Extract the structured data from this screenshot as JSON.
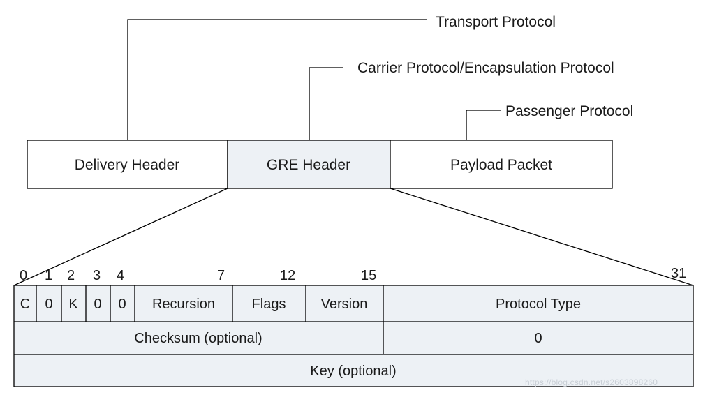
{
  "labels": {
    "transport": "Transport Protocol",
    "carrier": "Carrier Protocol/Encapsulation Protocol",
    "passenger": "Passenger Protocol"
  },
  "packet": {
    "delivery": "Delivery Header",
    "gre": "GRE Header",
    "payload": "Payload Packet"
  },
  "bit_numbers": {
    "b0": "0",
    "b1": "1",
    "b2": "2",
    "b3": "3",
    "b4": "4",
    "b7": "7",
    "b12": "12",
    "b15": "15",
    "b31": "31"
  },
  "gre_header": {
    "row1": {
      "c": "C",
      "zero_a": "0",
      "k": "K",
      "zero_b": "0",
      "zero_c": "0",
      "recursion": "Recursion",
      "flags": "Flags",
      "version": "Version",
      "protocol_type": "Protocol Type"
    },
    "row2": {
      "checksum": "Checksum (optional)",
      "zero": "0"
    },
    "row3": {
      "key": "Key (optional)"
    }
  },
  "watermark": "https://blog.csdn.net/s2603898260",
  "colors": {
    "highlight": "#edf1f5",
    "stroke": "#000000",
    "text": "#1a1a1a"
  }
}
